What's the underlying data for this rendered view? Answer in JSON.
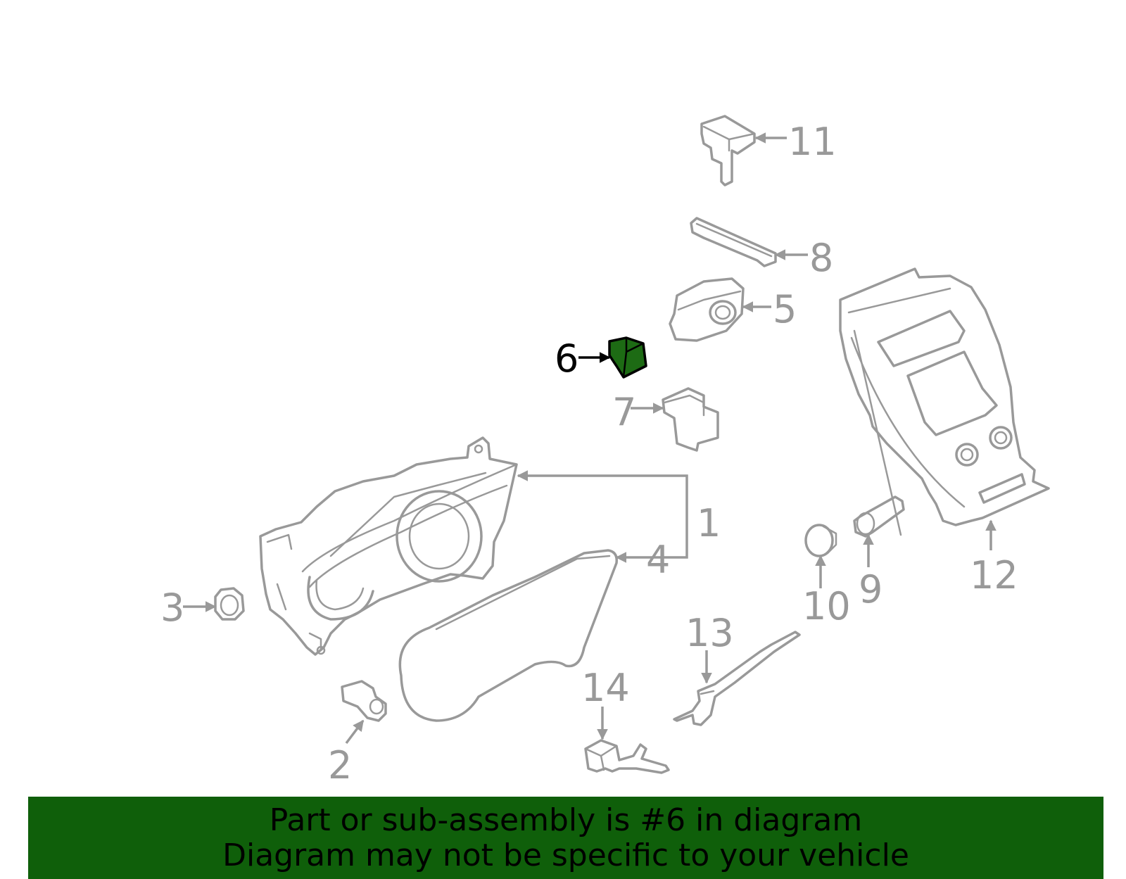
{
  "diagram": {
    "callouts": [
      {
        "number": "1"
      },
      {
        "number": "2"
      },
      {
        "number": "3"
      },
      {
        "number": "4"
      },
      {
        "number": "5"
      },
      {
        "number": "6"
      },
      {
        "number": "7"
      },
      {
        "number": "8"
      },
      {
        "number": "9"
      },
      {
        "number": "10"
      },
      {
        "number": "11"
      },
      {
        "number": "12"
      },
      {
        "number": "13"
      },
      {
        "number": "14"
      }
    ],
    "highlighted_part": "6",
    "colors": {
      "line_art": "#999999",
      "highlight_fill": "#1d6b14",
      "highlight_callout": "#000000",
      "banner_background": "#0f5f0a",
      "banner_text": "#000000"
    }
  },
  "banner": {
    "line1": "Part or sub-assembly is #6 in diagram",
    "line2": "Diagram may not be specific to your vehicle"
  }
}
